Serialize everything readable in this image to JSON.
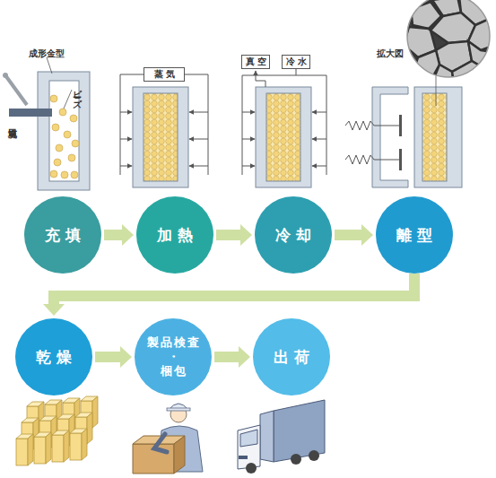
{
  "diagram": {
    "nodes": [
      {
        "text": [
          "蒸気"
        ]
      },
      {
        "text": [
          "真空"
        ]
      },
      {
        "text": [
          "冷水"
        ]
      },
      {
        "text": [
          "充填"
        ]
      },
      {
        "text": [
          "加熱"
        ]
      },
      {
        "text": [
          "冷却"
        ]
      },
      {
        "text": [
          "離型"
        ]
      },
      {
        "text": [
          "乾燥"
        ]
      },
      {
        "text": [
          "製品検査 ・ 梱包"
        ]
      },
      {
        "text": [
          "出荷"
        ]
      }
    ],
    "edges": [
      {
        "from": 3,
        "to": 4,
        "arrow": "to"
      },
      {
        "from": 4,
        "to": 5,
        "arrow": "to"
      },
      {
        "from": 5,
        "to": 6,
        "arrow": "to"
      },
      {
        "from": 6,
        "to": 7,
        "arrow": "to"
      },
      {
        "from": 7,
        "to": 8,
        "arrow": "to"
      },
      {
        "from": 8,
        "to": 9,
        "arrow": "to"
      }
    ],
    "labels": [
      "成形金型",
      "ビーズ",
      "充填口",
      "拡大図"
    ]
  }
}
